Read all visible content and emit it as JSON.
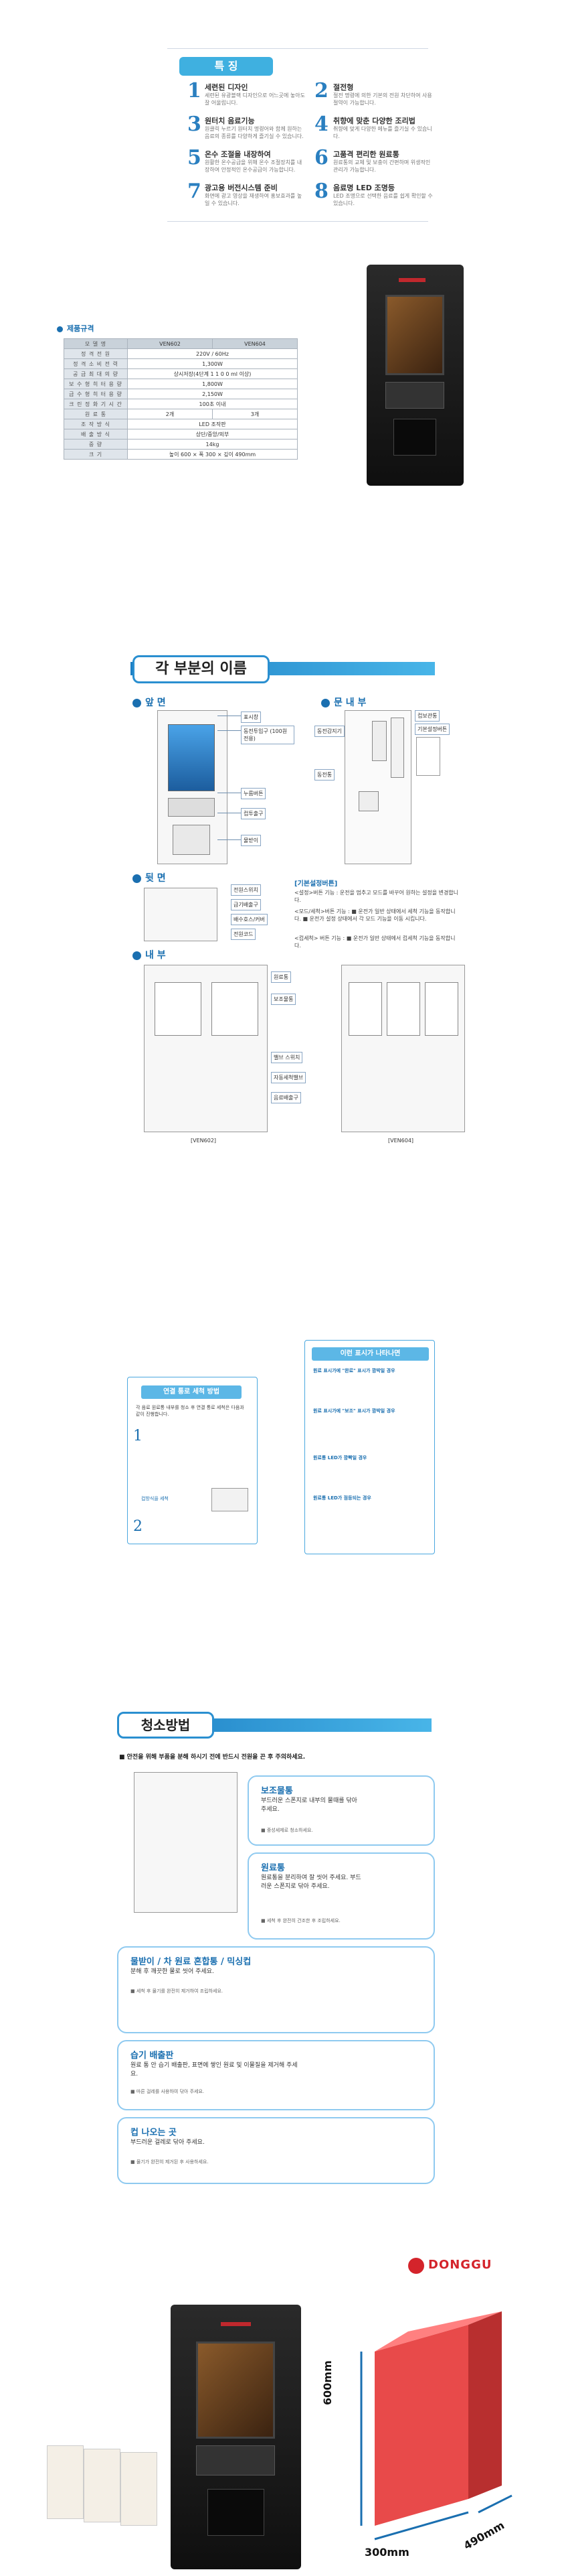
{
  "features": {
    "title": "특    징",
    "items": [
      {
        "num": "1",
        "title": "세련된 디자인",
        "desc": "세련된 유광블랙 디자인으로 어느곳에 놓아도 잘 어울립니다."
      },
      {
        "num": "2",
        "title": "절전형",
        "desc": "절전 명령에 의한 기본의 전원 차단하여 사용 절약이 가능합니다."
      },
      {
        "num": "3",
        "title": "원터치 음료기능",
        "desc": "원클릭 누르기 원터치 명령어와 함께 원하는 음료의 종류를 다양하게 즐기실 수 있습니다."
      },
      {
        "num": "4",
        "title": "취향에 맞춘 다양한 조리법",
        "desc": "취향에 맞게 다양한 메뉴를 즐기실 수 있습니다."
      },
      {
        "num": "5",
        "title": "온수 조절을 내장하여",
        "desc": "원활한 온수공급을 위해 온수 조절장치를 내장하여 안정적인 온수공급이 가능합니다."
      },
      {
        "num": "6",
        "title": "고품격 편리한 원료통",
        "desc": "원료통의 교체 및 보충이 간편하며 위생적인 관리가 가능합니다."
      },
      {
        "num": "7",
        "title": "광고용 버전시스템 준비",
        "desc": "화면에 광고 영상을 재생하여 홍보효과를 높일 수 있습니다."
      },
      {
        "num": "8",
        "title": "음료명 LED 조명등",
        "desc": "LED 조명으로 선택한 음료를 쉽게 확인할 수 있습니다."
      }
    ]
  },
  "spec": {
    "title": "제품규격",
    "header": [
      "모 델 명",
      "VEN602",
      "VEN604"
    ],
    "rows": [
      [
        "정 격 전 원",
        "220V / 60Hz"
      ],
      [
        "정 격 소 비 전 력",
        "1,300W"
      ],
      [
        "공 급 최 대 의 량",
        "상시저장(4단계 1 1 0 0 ml 이상)"
      ],
      [
        "보 수 형 히 터 용 량",
        "1,800W"
      ],
      [
        "급 수 형 히 터 용 량",
        "2,150W"
      ],
      [
        "크 린 정 화 기 시 간",
        "100초 이내"
      ],
      [
        "원 료 통",
        "2개",
        "3개"
      ],
      [
        "조 작 방 식",
        "LED 조작판"
      ],
      [
        "배 출 방 식",
        "상단/중앙/외부"
      ],
      [
        "중 량",
        "14kg"
      ],
      [
        "크 기",
        "높이 600 × 폭 300 × 깊이 490mm"
      ]
    ]
  },
  "parts": {
    "title": "각 부분의 이름",
    "front": "앞 면",
    "inside_door": "문 내 부",
    "back": "뒷 면",
    "interior": "내 부",
    "front_labels": [
      "표시창",
      "동전투입구 (100원 전용)",
      "누름버튼",
      "컵투출구",
      "물받이"
    ],
    "door_labels": [
      "동전감지기",
      "컵보관통",
      "기본설정버튼",
      "동전통"
    ],
    "back_labels": [
      "전원스위치",
      "급기배출구",
      "배수호스/커버",
      "전원코드"
    ],
    "interior_labels": [
      "원료통",
      "보조물통",
      "밸브 스위치",
      "자동세척밸브",
      "음료배출구"
    ],
    "model_left": "[VEN602]",
    "model_right": "[VEN604]",
    "basic_title": "[기본설정버튼]",
    "basic_notes": [
      "<설정>버튼 기능 : 운전을 멈추고 모드를 바꾸어 원하는 설정을 변경합니다.",
      "<모드/세척>버튼 기능 : ■ 운전가 일반 상태에서 세척 기능을 동작합니다. ■ 운전가 설정 상태에서 각 모드 기능을 이동 시킵니다.",
      "<컵세척> 버튼 기능 : ■ 운전가 일반 상태에서 컵세척 기능을 동작합니다."
    ]
  },
  "wash": {
    "left_title": "연결 통로 세척 방법",
    "left_text": "각 음료 원료통 내부를 청소 후 연결 통로 세척은 다음과 같이 진행합니다.",
    "left_step1": "1",
    "left_step2": "2",
    "left_caption": "컵방식을 세척",
    "right_title": "이런 표시가 나타나면",
    "right_items": [
      "원료 표시가에 \"완료\" 표시가 깜박일 경우",
      "원료 표시가에 \"보조\" 표시가 깜박일 경우",
      "원료통 LED가 깜빡일 경우",
      "원료통 LED가 점등되는 경우"
    ]
  },
  "cleaning": {
    "title": "청소방법",
    "warning": "■ 안전을 위해 부품을 분해 하시기 전에 반드시 전원을 끈 후 주의하세요.",
    "box1_title": "보조물통",
    "box1_text": "부드러운 스폰지로 내부의 물때를 닦아 주세요.",
    "box1_note": "■ 중성세제로 청소하세요.",
    "box2_title": "원료통",
    "box2_text": "원료통을 분리하여 잘 씻어 주세요. 부드러운 스폰지로 닦아 주세요.",
    "box2_note": "■ 세척 후 완전히 건조한 후 조립하세요.",
    "box3_title": "물받이 / 차 원료 혼합통 / 믹싱컵",
    "box3_text": "분해 후 깨끗한 물로 씻어 주세요.",
    "box3_note": "■ 세척 후 물기를 완전히 제거하여 조립하세요.",
    "box4_title": "습기 배출판",
    "box4_text": "원료 통 안 습기 배출판, 표면에 쌓인 원료 및 이물질을 제거해 주세요.",
    "box4_note": "■ 마른 걸레를 사용하여 닦아 주세요.",
    "box5_title": "컵 나오는 곳",
    "box5_text": "부드러운 걸레로 닦아 주세요.",
    "box5_note": "■ 물기가 완전히 제거된 후 사용하세요."
  },
  "product": {
    "brand": "DONGGU",
    "height": "600mm",
    "width": "300mm",
    "depth": "490mm"
  }
}
